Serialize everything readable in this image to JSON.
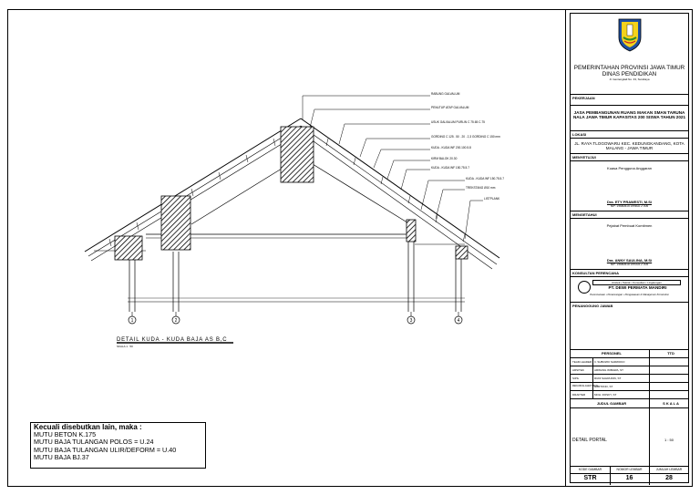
{
  "drawing": {
    "title": "DETAIL KUDA - KUDA BAJA AS B,C",
    "scale_label": "SKALA 1 : 50",
    "axes": [
      "1",
      "2",
      "3",
      "4"
    ],
    "callouts": [
      "RABUNG GALVALUM",
      "PENUTUP ATAP GALVALUM",
      "USUK GALVALUM PURLIN C 75.65 C.75",
      "GORDING C 125 . 50 . 20 . 2,3 GORDING C 150 mm",
      "KUDA - KUDA WF 200.100.5.8",
      "KIRM BALOK 20.30",
      "KUDA - KUDA WF 150.75.5.7",
      "KUDA - KUDA WF 150.75.5.7",
      "TREKSTANG Ø10 mm",
      "LISTPLANK"
    ]
  },
  "notes": {
    "title": "Kecuali disebutkan lain, maka :",
    "lines": [
      "MUTU BETON K.175",
      "MUTU BAJA TULANGAN POLOS = U.24",
      "MUTU BAJA TULANGAN ULIR/DEFORM = U.40",
      "MUTU BAJA BJ.37"
    ]
  },
  "titleblock": {
    "gov": {
      "line1": "PEMERINTAHAN PROVINSI JAWA TIMUR",
      "line2": "DINAS PENDIDIKAN",
      "address": "Jl. Gentengkali No. 33, Surabaya"
    },
    "pekerjaan_label": "PEKERJAAN",
    "pekerjaan": "JASA PEMBANGUNAN RUANG MAKAN SMAN TARUNA NALA JAWA TIMUR KAPASITAS 200 SISWA TAHUN 2021",
    "lokasi_label": "LOKASI",
    "lokasi": "JL. RAYA TLOGOWARU KEC. KEDUNGKANDANG, KOTA MALANG - JAWA TIMUR",
    "menyetujui_label": "MENYETUJUI",
    "menyetujui_role": "Kuasa Pengguna Anggaran",
    "menyetujui_name": "Dra. ETY PRAWESTI, M.Si",
    "menyetujui_nip": "NIP. 19660515 199802 2 006",
    "mengetahui_label": "MENGETAHUI",
    "mengetahui_role": "Pejabat Pembuat Komitmen",
    "mengetahui_name": "Dra. ANNY SAULINA, M.Si",
    "mengetahui_nip": "NIP. 19660518 199303 2 005",
    "konsultan_label": "KONSULTAN PERENCANA",
    "konsultan_name": "PT. DEWI PERMATA MANDIRI",
    "konsultan_sub": "Arsitek • Teknik • Konsultan • Lingkungan",
    "konsultan_tagline": "Perencanaan • Perancangan • Pengawasan & Manajemen Konstruksi",
    "penanggung_label": "PENANGGUNG JAWAB",
    "personel_label": "PERSONEL",
    "ttd_label": "TTD",
    "personel": [
      {
        "role": "TEAM LEADER",
        "name": "Ir. SUBOWO SARWOKO"
      },
      {
        "role": "ARSITEK",
        "name": "ARWANG WIBAWA, ST"
      },
      {
        "role": "SIPIL",
        "name": "RUDI SAHRUDIN, ST"
      },
      {
        "role": "MEKANIKAL ELEKTRIKAL",
        "name": "HARTONO, ST"
      },
      {
        "role": "DRAFTER",
        "name": "MOH. ROSKY, ST"
      }
    ],
    "judul_label": "JUDUL GAMBAR",
    "skala_label": "S K A L A",
    "judul": "DETAIL PORTAL",
    "skala": "1 : 50",
    "kode_label": "KODE GAMBAR",
    "nomor_label": "NOMOR LEMBAR",
    "jumlah_label": "JUMLAH LEMBAR",
    "kode": "STR",
    "nomor": "16",
    "jumlah": "28"
  }
}
